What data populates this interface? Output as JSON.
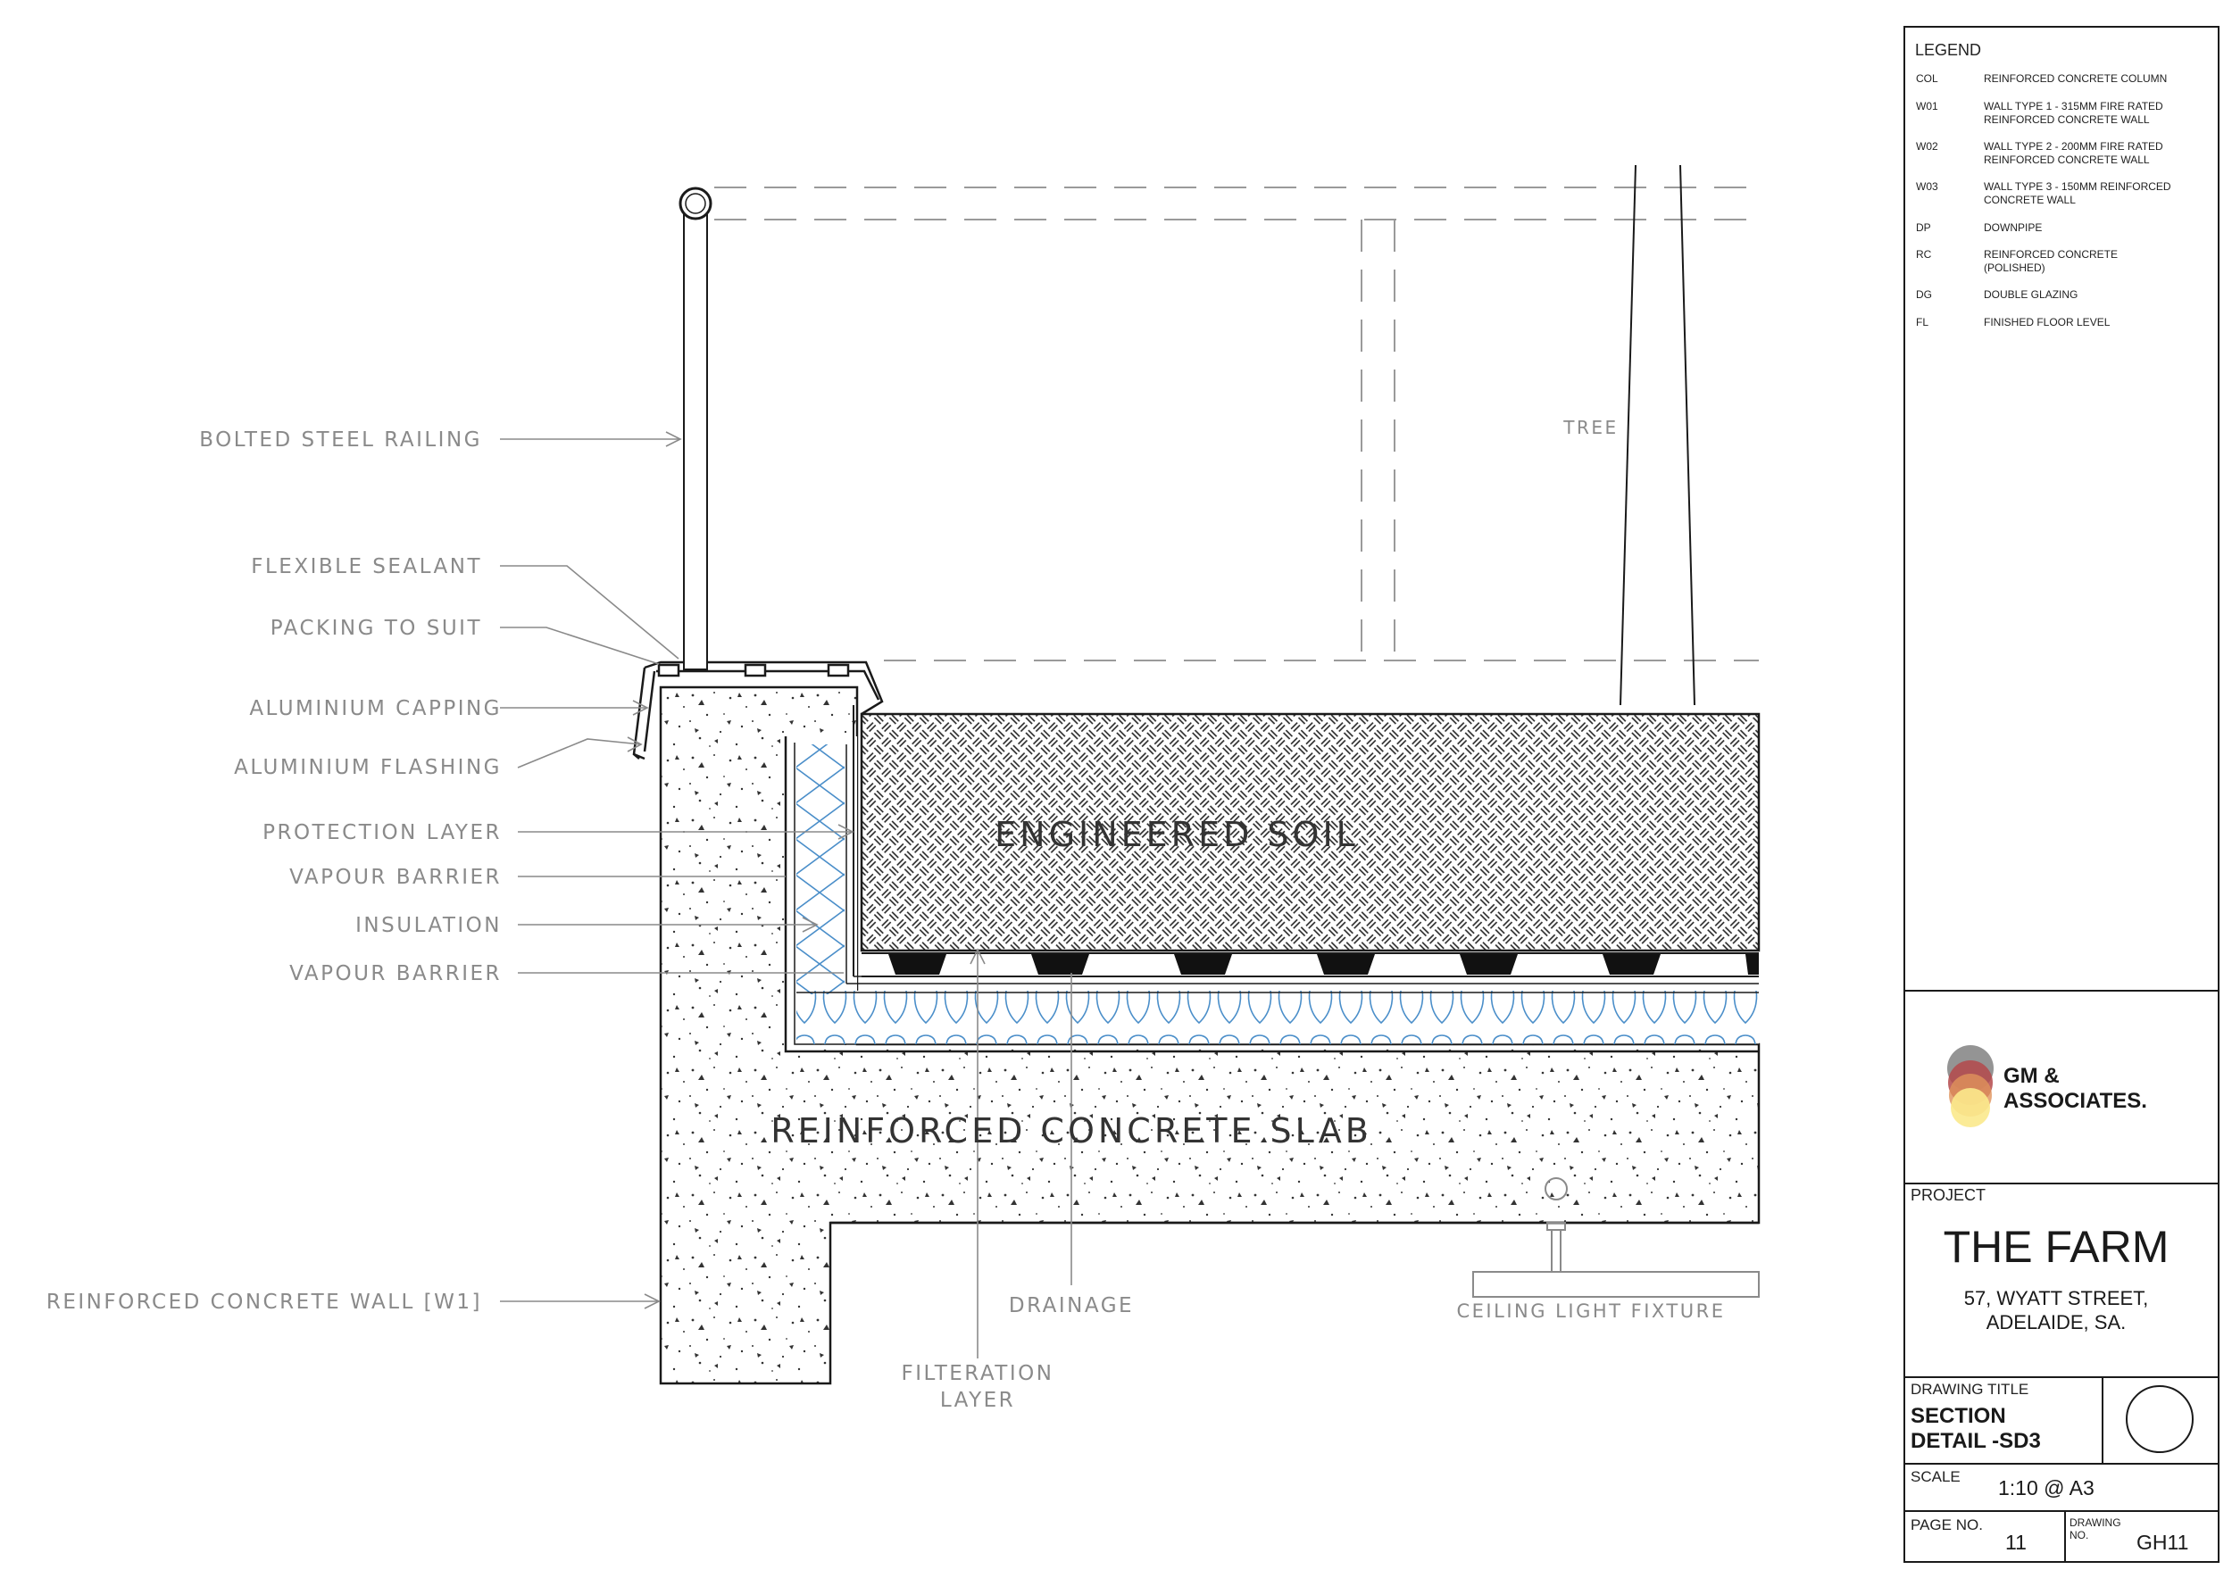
{
  "drawing": {
    "callouts_left": {
      "railing": "BOLTED STEEL RAILING",
      "sealant": "FLEXIBLE SEALANT",
      "packing": "PACKING TO SUIT",
      "capping": "ALUMINIUM CAPPING",
      "flashing": "ALUMINIUM FLASHING",
      "protection": "PROTECTION LAYER",
      "vapour1": "VAPOUR BARRIER",
      "insulation": "INSULATION",
      "vapour2": "VAPOUR BARRIER",
      "wall": "REINFORCED CONCRETE WALL [W1]"
    },
    "callouts_bottom": {
      "drainage": "DRAINAGE",
      "filtration_1": "FILTERATION",
      "filtration_2": "LAYER",
      "ceiling": "CEILING LIGHT FIXTURE"
    },
    "tree_label": "TREE",
    "soil_label": "ENGINEERED SOIL",
    "slab_label": "REINFORCED CONCRETE SLAB"
  },
  "legend": {
    "title": "LEGEND",
    "items": [
      {
        "code": "COL",
        "desc_1": "REINFORCED CONCRETE COLUMN",
        "desc_2": ""
      },
      {
        "code": "W01",
        "desc_1": "WALL TYPE 1 - 315MM FIRE RATED",
        "desc_2": "REINFORCED CONCRETE WALL"
      },
      {
        "code": "W02",
        "desc_1": "WALL TYPE 2 - 200MM FIRE RATED",
        "desc_2": "REINFORCED CONCRETE WALL"
      },
      {
        "code": "W03",
        "desc_1": "WALL TYPE 3 - 150MM REINFORCED",
        "desc_2": "CONCRETE WALL"
      },
      {
        "code": "DP",
        "desc_1": "DOWNPIPE",
        "desc_2": ""
      },
      {
        "code": "RC",
        "desc_1": "REINFORCED CONCRETE",
        "desc_2": "(POLISHED)"
      },
      {
        "code": "DG",
        "desc_1": "DOUBLE GLAZING",
        "desc_2": ""
      },
      {
        "code": "FL",
        "desc_1": "FINISHED FLOOR LEVEL",
        "desc_2": ""
      }
    ]
  },
  "company": {
    "name_1": "GM &",
    "name_2": "ASSOCIATES.",
    "logo_colors": [
      "#8e8e8e",
      "#b4494b",
      "#e0925b",
      "#fbe98c"
    ]
  },
  "project": {
    "label": "PROJECT",
    "name": "THE FARM",
    "address_1": "57, WYATT STREET,",
    "address_2": "ADELAIDE, SA."
  },
  "title_block": {
    "drawing_title_label": "DRAWING TITLE",
    "drawing_title_1": "SECTION",
    "drawing_title_2": "DETAIL -SD3",
    "scale_label": "SCALE",
    "scale_value": "1:10 @ A3",
    "page_label": "PAGE NO.",
    "page_value": "11",
    "drawing_no_label_1": "DRAWING",
    "drawing_no_label_2": "NO.",
    "drawing_no_value": "GH11"
  },
  "colors": {
    "insulation": "#4a8ec9",
    "line": "#1a1a1a",
    "leader": "#8a8a8a"
  }
}
